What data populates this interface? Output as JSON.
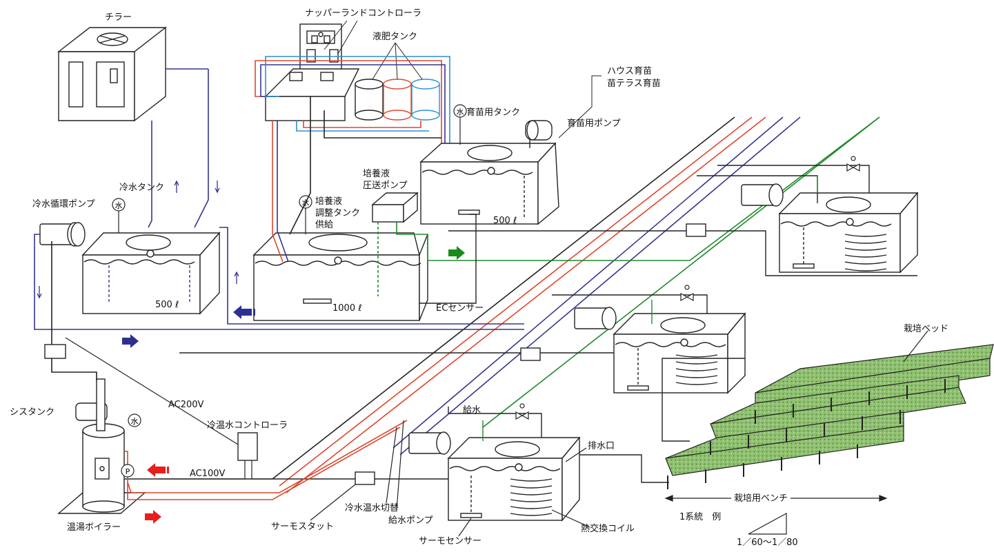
{
  "labels": {
    "chiller": "チラー",
    "napper_controller": "ナッパーランドコントローラ",
    "fertilizer_tanks": "液肥タンク",
    "house_seedling_1": "ハウス育苗",
    "house_seedling_2": "苗テラス育苗",
    "seedling_pump": "育苗用ポンプ",
    "seedling_tank": "育苗用タンク",
    "cold_water_tank": "冷水タンク",
    "cold_water_pump": "冷水循環ポンプ",
    "nutrient_pump_1": "培養液",
    "nutrient_pump_2": "圧送ポンプ",
    "adjust_tank_1": "培養液",
    "adjust_tank_2": "調整タンク",
    "adjust_tank_3": "供給",
    "vol_500_a": "500 ℓ",
    "vol_500_b": "500 ℓ",
    "vol_1000": "1000 ℓ",
    "ec_sensor": "ECセンサー",
    "cultivation_bed": "栽培ベッド",
    "cistern": "シスタンク",
    "ac200": "AC200V",
    "temp_controller": "冷温水コントローラ",
    "ac100": "AC100V",
    "water_supply": "給水",
    "drain": "排水口",
    "bench": "栽培用ベンチ",
    "system_example": "1系統　例",
    "slope": "1／60～1／80",
    "boiler": "温湯ボイラー",
    "thermostat": "サーモスタット",
    "switch_valve": "冷水温水切替",
    "supply_pump": "給水ポンプ",
    "thermo_sensor": "サーモセンサー",
    "heat_coil": "熱交換コイル"
  },
  "symbols": {
    "water": "水",
    "pressure": "P"
  },
  "colors": {
    "cold_line": "#34358f",
    "hot_line": "#e0452b",
    "nutrient_line": "#1f8a2a",
    "blue_line": "#2a8fd6",
    "black_line": "#222222",
    "arrow_green": "#1a8a1a",
    "arrow_blue": "#2f2f8f",
    "arrow_red": "#e81e1e",
    "bed_green": "#8fc070"
  }
}
